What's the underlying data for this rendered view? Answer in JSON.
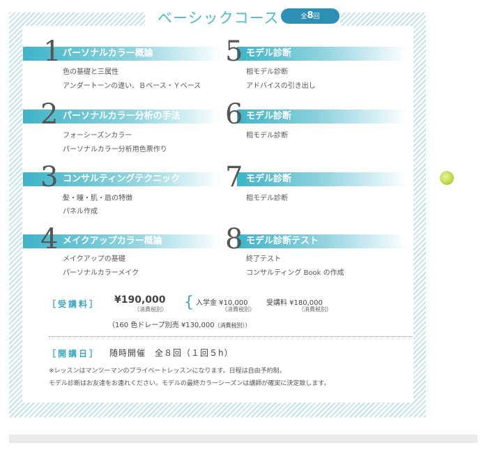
{
  "title": "ベーシックコース",
  "badge": {
    "prefix": "全",
    "number": "8",
    "suffix": "回"
  },
  "lessons": [
    {
      "num": "1",
      "heading": "パーソナルカラー概論",
      "items": [
        "色の基礎と三属性",
        "アンダートーンの違い、Ｂベース・Ｙベース"
      ]
    },
    {
      "num": "2",
      "heading": "パーソナルカラー分析の手法",
      "items": [
        "フォーシーズンカラー",
        "パーソナルカラー分析用色票作り"
      ]
    },
    {
      "num": "3",
      "heading": "コンサルティングテクニック",
      "items": [
        "髪・瞳・肌・唇の特徴",
        "パネル作成"
      ]
    },
    {
      "num": "4",
      "heading": "メイクアップカラー概論",
      "items": [
        "メイクアップの基礎",
        "パーソナルカラーメイク"
      ]
    },
    {
      "num": "5",
      "heading": "モデル診断",
      "items": [
        "相モデル診断",
        "アドバイスの引き出し"
      ]
    },
    {
      "num": "6",
      "heading": "モデル診断",
      "items": [
        "相モデル診断"
      ]
    },
    {
      "num": "7",
      "heading": "モデル診断",
      "items": [
        "相モデル診断"
      ]
    },
    {
      "num": "8",
      "heading": "モデル診断テスト",
      "items": [
        "終了テスト",
        "コンサルティング Book の作成"
      ]
    }
  ],
  "fee": {
    "label": "［受講料］",
    "price": "¥190,000",
    "price_tax": "（消費税別）",
    "entrance": "入学金 ¥10,000",
    "entrance_tax": "（消費税別）",
    "tuition": "受講料 ¥180,000",
    "tuition_tax": "（消費税別）",
    "drape": "（160 色ドレープ別売 ¥130,000",
    "drape_tax": "（消費税別））"
  },
  "schedule": {
    "label": "［開講日］",
    "text": "随時開催　全８回（１回５h）",
    "note1": "※レッスンはマンツーマンのプライベートレッスンになります。日程は自由予約制。",
    "note2": "モデル診断はお友達をお連れください。モデルの最終カラーシーズンは講師が確実に決定致します。"
  },
  "colors": {
    "accent": "#3fb4c8",
    "badge": "#2b90b4",
    "stripe": "#bfe3e9"
  }
}
